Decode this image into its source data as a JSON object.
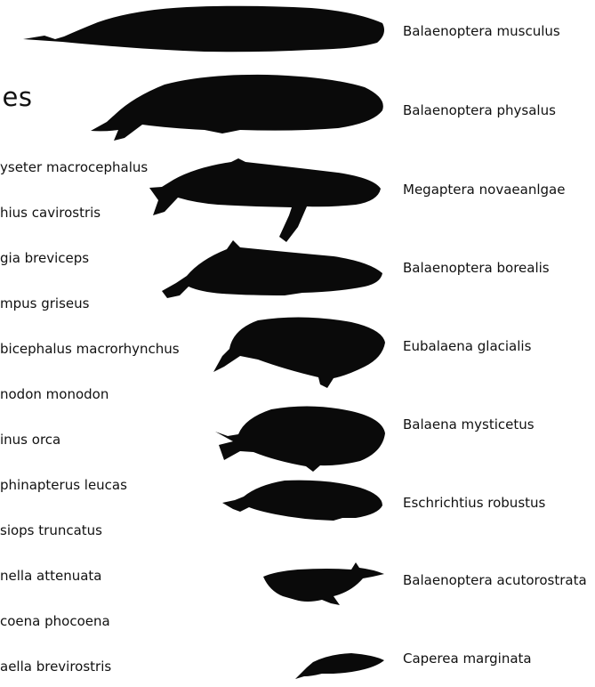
{
  "title": "les",
  "left_species": [
    "yseter macrocephalus",
    "hius cavirostris",
    "gia breviceps",
    "mpus griseus",
    "bicephalus macrorhynchus",
    "nodon monodon",
    "inus orca",
    "phinapterus leucas",
    "siops truncatus",
    "nella attenuata",
    "coena phocoena",
    "aella brevirostris"
  ],
  "right_species": [
    "Balaenoptera musculus",
    "Balaenoptera physalus",
    "Megaptera novaeanlgae",
    "Balaenoptera borealis",
    "Eubalaena glacialis",
    "Balaena mysticetus",
    "Eschrichtius robustus",
    "Balaenoptera acutorostrata",
    "Caperea marginata"
  ],
  "colors": {
    "silhouette": "#0a0a0a",
    "text": "#111111",
    "background": "#ffffff"
  }
}
